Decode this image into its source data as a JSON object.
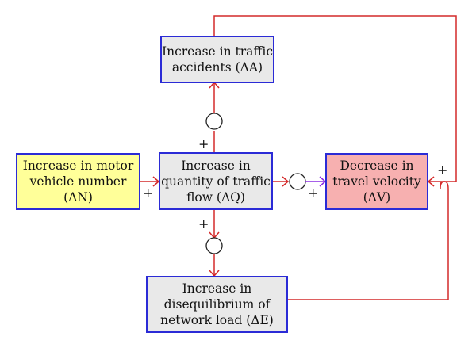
{
  "colors": {
    "box_border": "#2b2bd6",
    "box_fill_default": "#e9e9e9",
    "box_fill_cause": "#ffff99",
    "box_fill_effect": "#f7b0b0",
    "arrow_red": "#d42a2a",
    "arrow_purple": "#8a2be2"
  },
  "nodes": {
    "accidents": {
      "lines": [
        "Increase in traffic",
        "accidents (ΔA)"
      ]
    },
    "vehicles": {
      "lines": [
        "Increase in motor",
        "vehicle number",
        "(ΔN)"
      ]
    },
    "flow": {
      "lines": [
        "Increase in",
        "quantity of traffic",
        "flow (ΔQ)"
      ]
    },
    "velocity": {
      "lines": [
        "Decrease in",
        "travel velocity",
        "(ΔV)"
      ]
    },
    "disequilibrium": {
      "lines": [
        "Increase in",
        "disequilibrium of",
        "network load (ΔE)"
      ]
    }
  },
  "signs": {
    "up": "+",
    "left": "+",
    "right": "+",
    "down": "+",
    "velocity_right": "+"
  }
}
